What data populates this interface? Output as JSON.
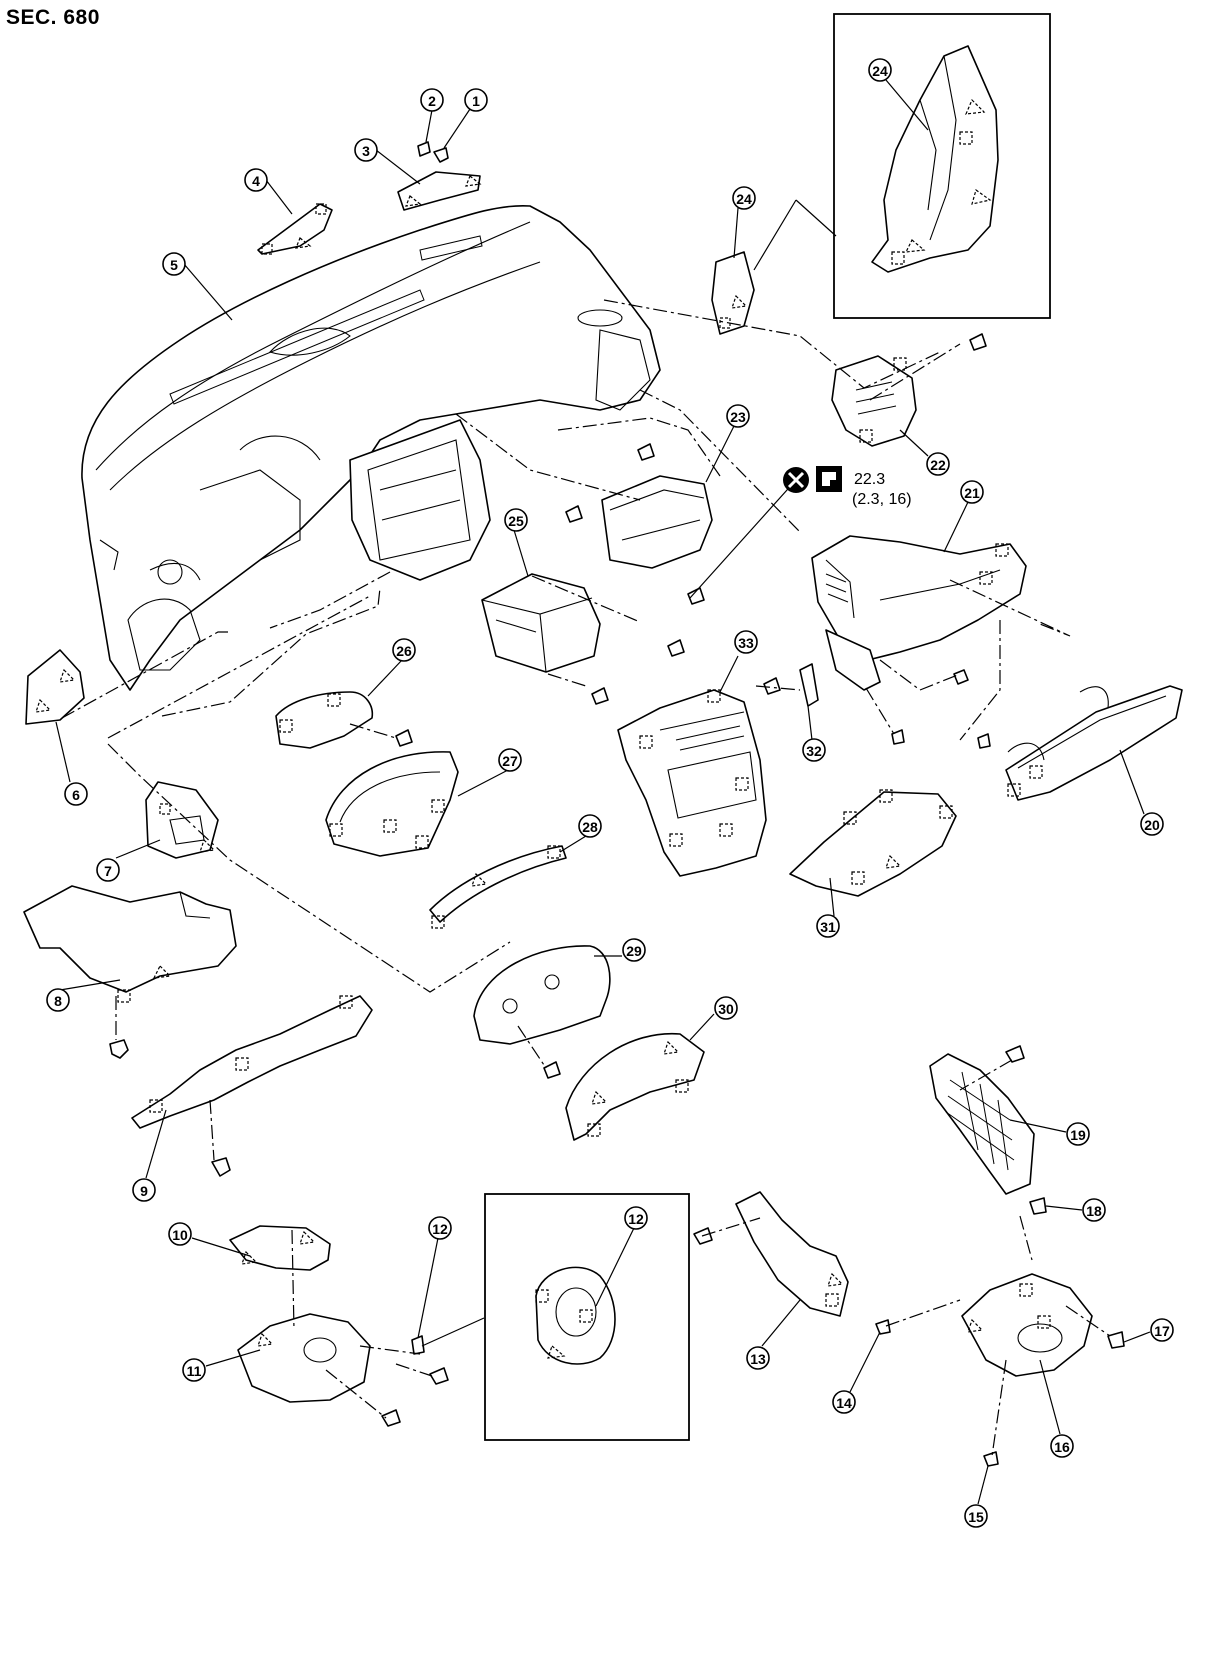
{
  "header": {
    "section": "SEC. 680"
  },
  "torque": {
    "value": "22.3",
    "alt_values": "(2.3, 16)",
    "icons": [
      "tighten-symbol-icon",
      "torque-wrench-icon"
    ]
  },
  "callouts": [
    "1",
    "2",
    "3",
    "4",
    "5",
    "6",
    "7",
    "8",
    "9",
    "10",
    "11",
    "12",
    "12",
    "13",
    "14",
    "15",
    "16",
    "17",
    "18",
    "19",
    "20",
    "21",
    "22",
    "23",
    "24",
    "24",
    "25",
    "26",
    "27",
    "28",
    "29",
    "30",
    "31",
    "32",
    "33"
  ]
}
